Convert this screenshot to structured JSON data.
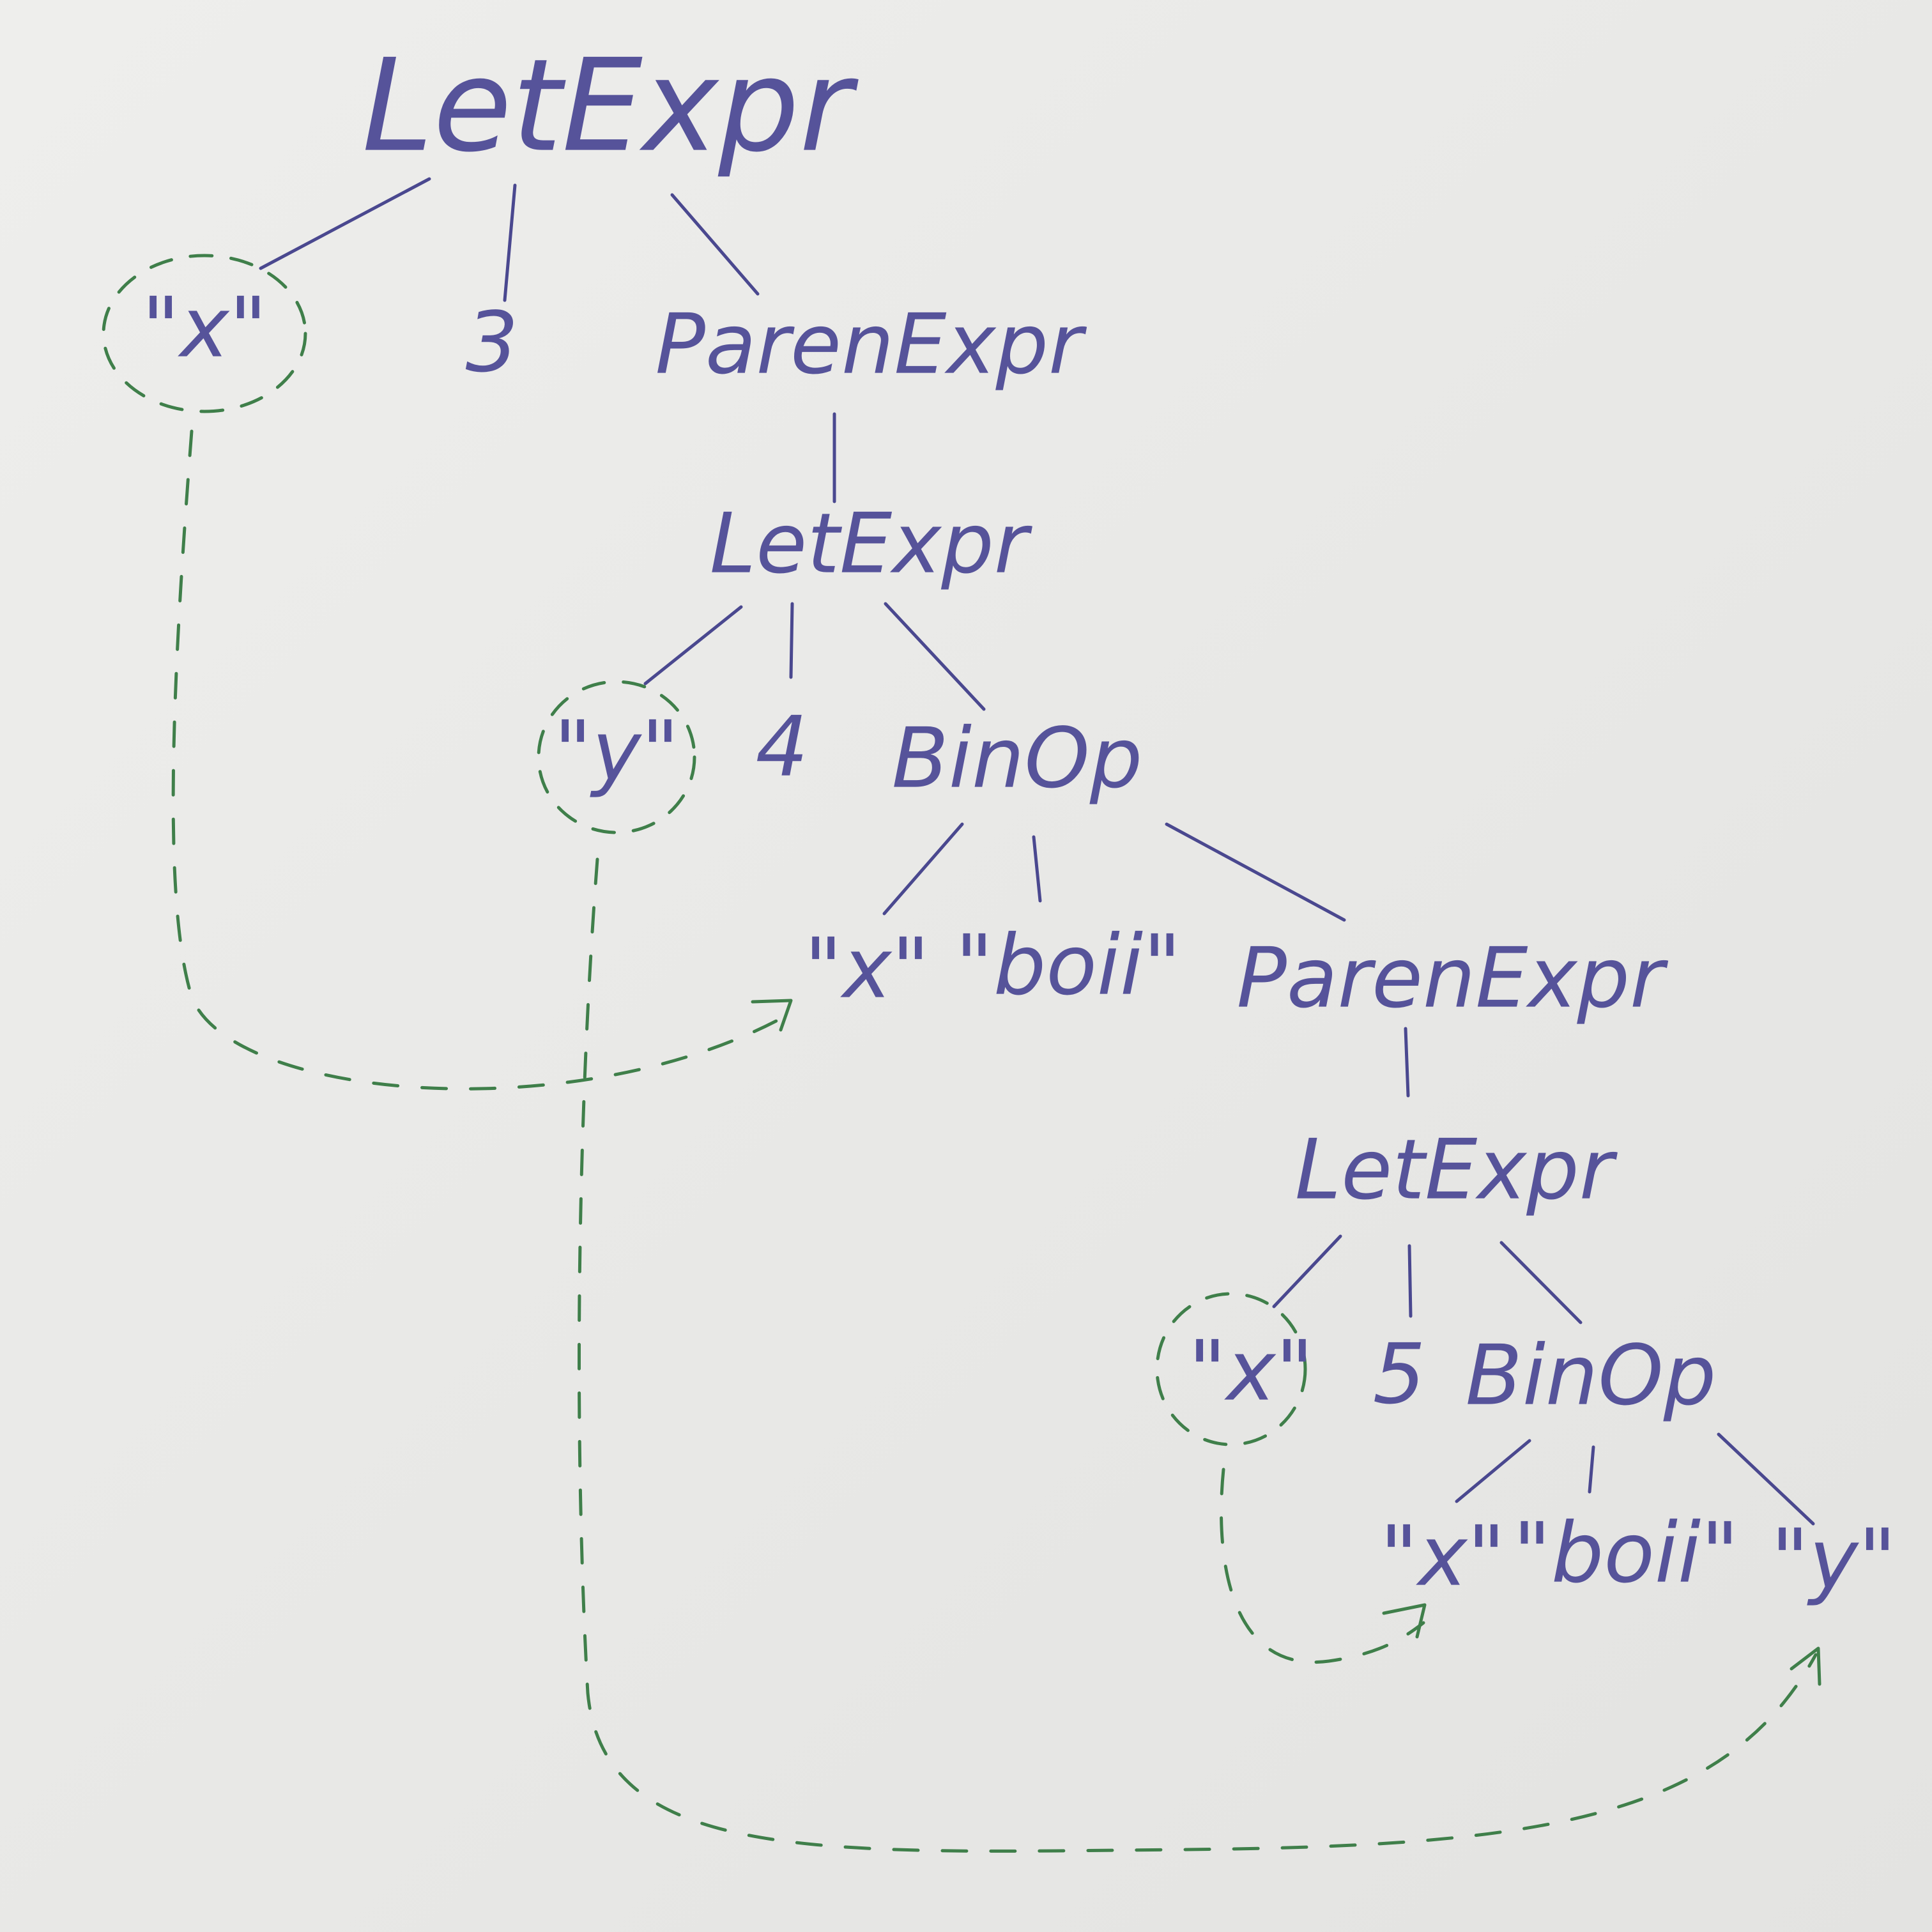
{
  "nodes": {
    "root_let": "LetExpr",
    "root_name": "\"x\"",
    "root_value": "3",
    "paren1": "ParenExpr",
    "let2": "LetExpr",
    "let2_name": "\"y\"",
    "let2_value": "4",
    "binop1": "BinOp",
    "binop1_left": "\"x\"",
    "binop1_op": "\"boii\"",
    "paren2": "ParenExpr",
    "let3": "LetExpr",
    "let3_name": "\"x\"",
    "let3_value": "5",
    "binop2": "BinOp",
    "binop2_left": "\"x\"",
    "binop2_op": "\"boii\"",
    "binop2_right": "\"y\""
  },
  "colors": {
    "ink_tree": "#56539a",
    "ink_binding": "#3f7f4a",
    "paper": "#ececea"
  }
}
